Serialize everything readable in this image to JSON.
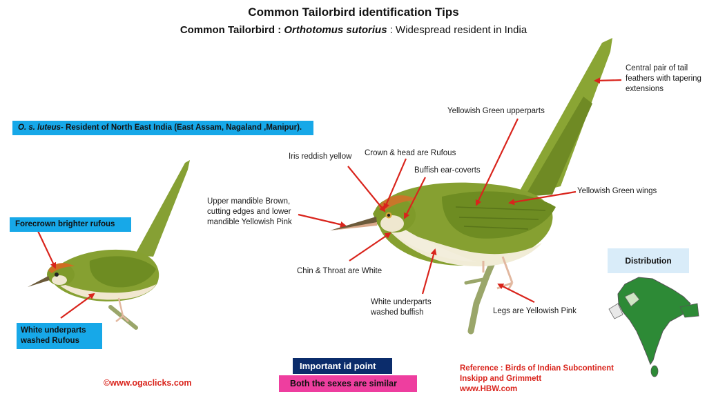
{
  "header": {
    "title": "Common Tailorbird identification Tips",
    "subtitle_prefix": "Common Tailorbird : ",
    "subtitle_species": "Orthotomus sutorius",
    "subtitle_suffix": " :  Widespread resident in India"
  },
  "subspecies": {
    "name": "O. s. luteus",
    "description": "- Resident of  North East India (East Assam, Nagaland ,Manipur)."
  },
  "left_labels": {
    "forecrown": "Forecrown brighter rufous",
    "underparts": "White underparts washed Rufous"
  },
  "main_labels": {
    "tail": "Central pair of tail feathers with tapering extensions",
    "upperparts": "Yellowish Green upperparts",
    "crown": "Crown & head are  Rufous",
    "iris": "Iris reddish yellow",
    "ear_coverts": "Buffish ear-coverts",
    "wings": "Yellowish Green wings",
    "mandible": "Upper mandible Brown, cutting edges and lower mandible Yellowish Pink",
    "chin": "Chin & Throat are White",
    "underparts": "White underparts washed buffish",
    "legs": "Legs are Yellowish Pink"
  },
  "distribution": {
    "label": "Distribution"
  },
  "footer": {
    "copyright": "©www.ogaclicks.com",
    "important": "Important  id point",
    "sexes": "Both the sexes are similar",
    "reference": "Reference : Birds of Indian Subcontinent",
    "authors": "Inskipp and Grimmett",
    "website": "www.HBW.com"
  },
  "colors": {
    "arrow": "#d9241c",
    "bird_green": "#7f9a2a",
    "crown_rufous": "#c8762a",
    "underparts_buff": "#f1ecd6",
    "label_cyan": "#17a8e8",
    "navy": "#0b2c6b",
    "pink": "#ee3e9f",
    "map_green": "#2d8a36"
  }
}
